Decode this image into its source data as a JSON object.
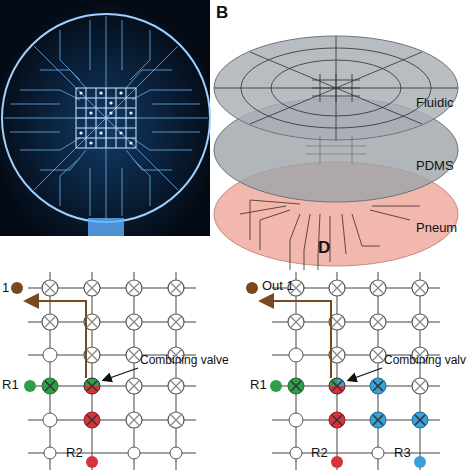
{
  "diagram": {
    "labels": [
      "B",
      "Fluidic",
      "PDMS",
      "Pneum",
      "D",
      "1",
      "R1",
      "R2",
      "Combining valve",
      "Out 1",
      "R1",
      "R2",
      "R3",
      "Combining valv"
    ]
  }
}
